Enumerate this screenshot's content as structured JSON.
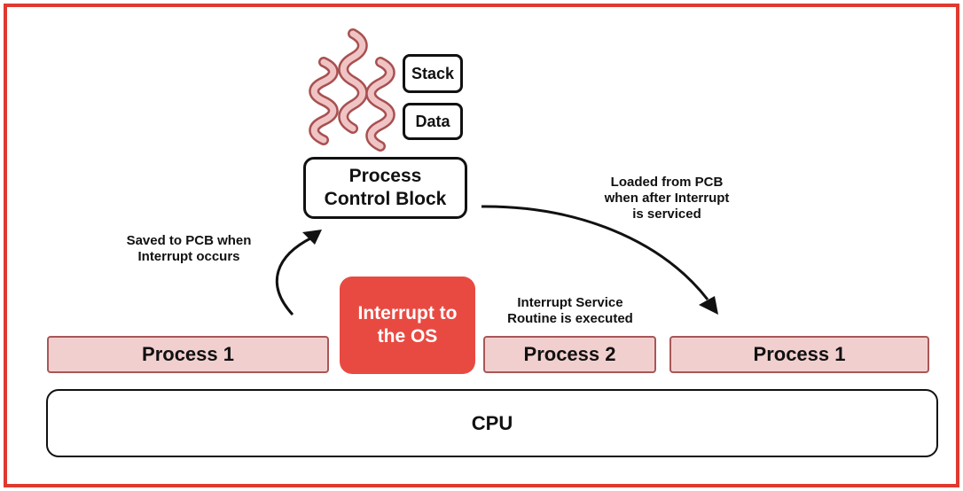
{
  "colors": {
    "frame": "#e0392f",
    "interrupt_fill": "#e84a42",
    "process_fill": "#f2cfcf",
    "process_border": "#a85757",
    "steam_fill": "#f0c4c4",
    "steam_stroke": "#a85050"
  },
  "cpu": {
    "label": "CPU"
  },
  "processes": [
    {
      "label": "Process 1"
    },
    {
      "label": "Process 2"
    },
    {
      "label": "Process 1"
    }
  ],
  "interrupt": {
    "line1": "Interrupt to",
    "line2": "the OS"
  },
  "pcb": {
    "line1": "Process",
    "line2": "Control Block",
    "items": [
      "Stack",
      "Data"
    ]
  },
  "labels": {
    "saved": [
      "Saved to PCB when",
      "Interrupt occurs"
    ],
    "loaded": [
      "Loaded from PCB",
      "when after Interrupt",
      "is serviced"
    ],
    "isr": [
      "Interrupt Service",
      "Routine is executed"
    ]
  },
  "icons": [
    "steam-icon",
    "curved-arrow-up",
    "curved-arrow-down"
  ]
}
